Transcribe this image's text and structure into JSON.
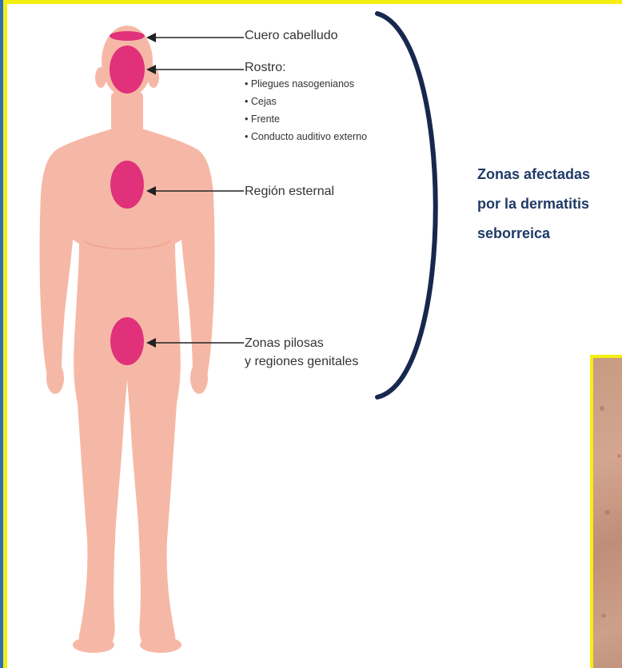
{
  "labels": {
    "scalp": "Cuero cabelludo",
    "face": "Rostro:",
    "face_items": [
      "• Pliegues nasogenianos",
      "• Cejas",
      "• Frente",
      "• Conducto auditivo externo"
    ],
    "sternal": "Región esternal",
    "hair_line1": "Zonas pilosas",
    "hair_line2": "y regiones genitales"
  },
  "caption": {
    "line1": "Zonas afectadas",
    "line2": "por la dermatitis",
    "line3": "seborreica"
  },
  "colors": {
    "skin": "#f6b8a6",
    "skin_shade": "#eea895",
    "affected": "#e0317a",
    "bracket": "#17284f",
    "caption": "#1f3a66",
    "frame": "#f4ee12",
    "outer": "#2f6fb5"
  }
}
